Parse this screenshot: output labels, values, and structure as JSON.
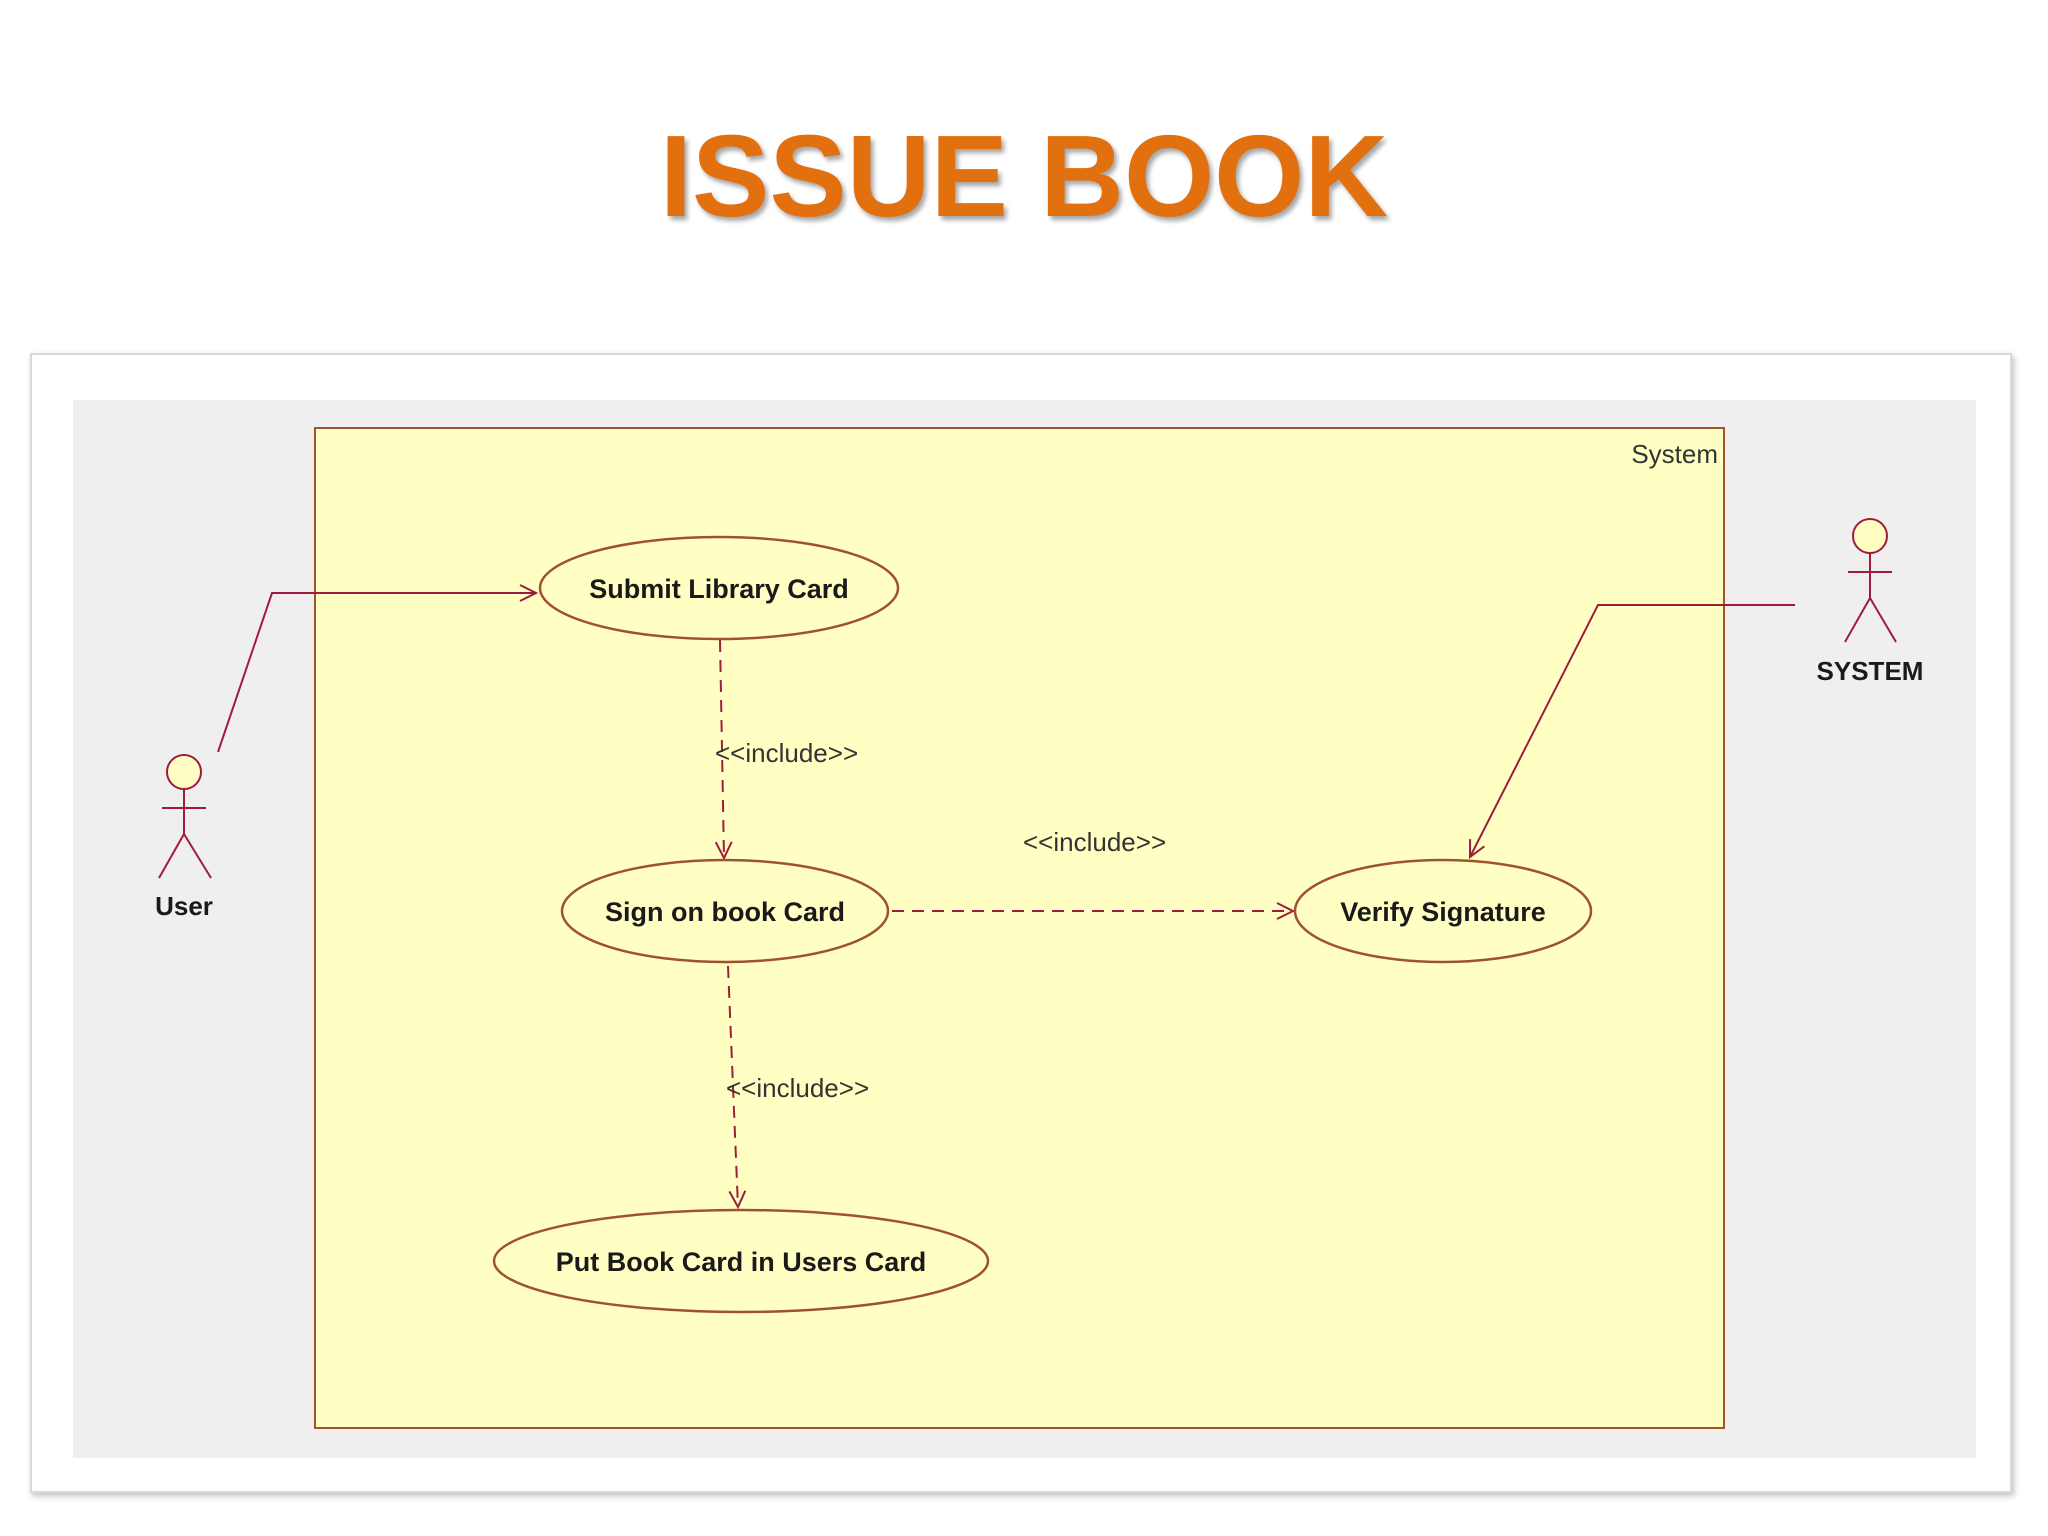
{
  "slide": {
    "title": "ISSUE BOOK"
  },
  "colors": {
    "title": "#e2700f",
    "boundary_fill": "#ffffc4",
    "boundary_stroke": "#a0522d",
    "ellipse_stroke": "#a0522d",
    "line": "#a01c3c",
    "canvas_bg": "#efefef"
  },
  "diagram": {
    "boundary_label": "System",
    "actors": {
      "user": "User",
      "system": "SYSTEM"
    },
    "use_cases": {
      "submit_card": "Submit Library Card",
      "sign_card": "Sign on book Card",
      "verify_signature": "Verify Signature",
      "put_card": "Put Book Card in Users Card"
    },
    "relations": {
      "include_1": "<<include>>",
      "include_2": "<<include>>",
      "include_3": "<<include>>"
    }
  }
}
